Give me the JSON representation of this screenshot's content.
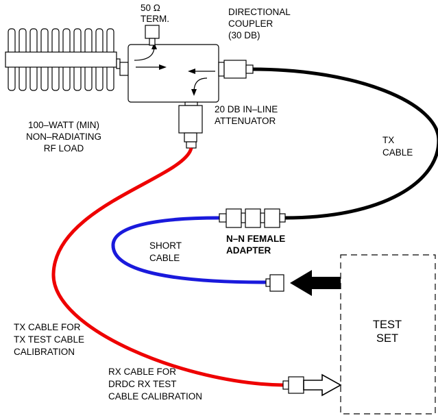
{
  "labels": {
    "term_value": "50 Ω",
    "term_word": "TERM.",
    "coupler_line1": "DIRECTIONAL",
    "coupler_line2": "COUPLER",
    "coupler_line3": "(30 DB)",
    "attenuator_line1": "20 DB IN–LINE",
    "attenuator_line2": "ATTENUATOR",
    "load_line1": "100–WATT  (MIN)",
    "load_line2": "NON–RADIATING",
    "load_line3": "RF LOAD",
    "tx_cable_line1": "TX",
    "tx_cable_line2": "CABLE",
    "adapter_line1": "N–N FEMALE",
    "adapter_line2": "ADAPTER",
    "short_cable_line1": "SHORT",
    "short_cable_line2": "CABLE",
    "test_set_line1": "TEST",
    "test_set_line2": "SET",
    "tx_cal_line1": "TX CABLE FOR",
    "tx_cal_line2": "TX TEST CABLE",
    "tx_cal_line3": "CALIBRATION",
    "rx_cal_line1": "RX CABLE FOR",
    "rx_cal_line2": "DRDC RX TEST",
    "rx_cal_line3": "CABLE CALIBRATION"
  },
  "colors": {
    "tx_cable": "#000000",
    "short_cable": "#1a1adc",
    "rx_cable": "#ee0000"
  }
}
